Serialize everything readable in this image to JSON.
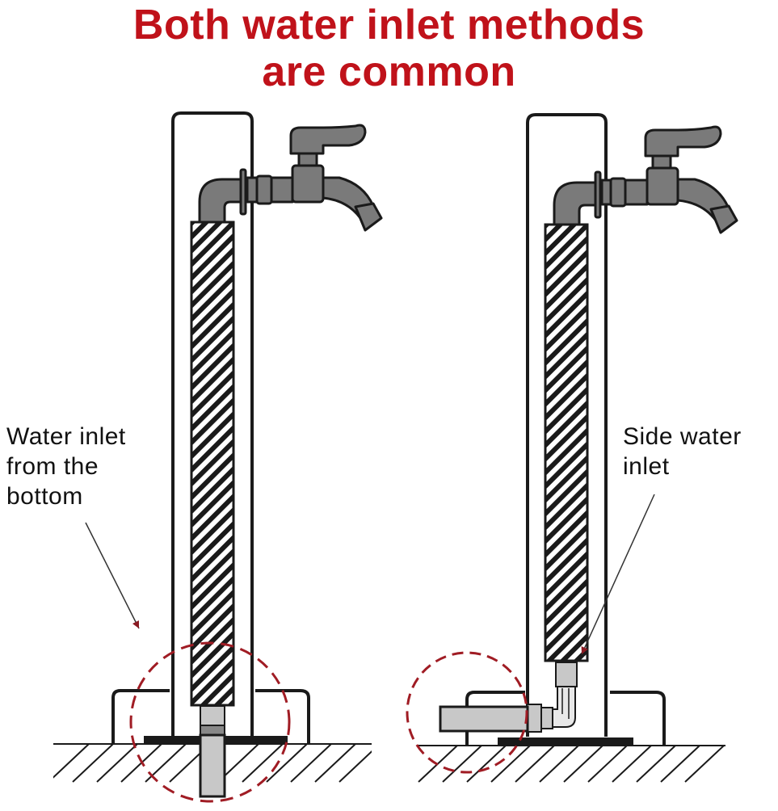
{
  "title": {
    "line1": "Both water inlet methods",
    "line2": "are common",
    "color": "#c0121a"
  },
  "panels": [
    {
      "id": "bottom-inlet",
      "label_lines": [
        "Water inlet",
        "from the",
        "bottom"
      ],
      "highlight": "dashed-red-circle-around-bottom-pipe"
    },
    {
      "id": "side-inlet",
      "label_lines": [
        "Side water",
        "inlet"
      ],
      "highlight": "dashed-red-circle-around-side-pipe"
    }
  ],
  "colors": {
    "outline": "#1a1a1a",
    "faucet_fill": "#7a7a7a",
    "pipe_fill": "#c8c8c8",
    "highlight": "#a01c24"
  },
  "icons": [
    "faucet-icon",
    "insulated-pipe-icon",
    "ground-hatching-icon",
    "pointer-arrow-icon"
  ]
}
